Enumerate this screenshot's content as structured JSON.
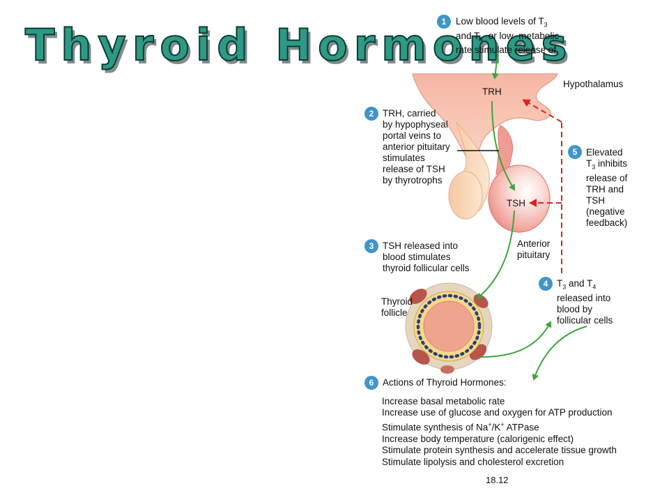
{
  "title": "Thyroid Hormones",
  "colors": {
    "title_fill": "#2e9a86",
    "badge": "#3f95c6",
    "stimulatory_arrow": "#3aa53a",
    "inhibitory_arrow": "#e02020"
  },
  "steps": {
    "s1": {
      "num": "1",
      "line1_a": "Low blood levels of T",
      "line1_sub": "3",
      "line2_a": "and T",
      "line2_sub": "4",
      "line2_b": "  or low  metabolic",
      "line3": "rate stimulate release of"
    },
    "s2": {
      "num": "2",
      "lines": [
        "TRH, carried",
        "by hypophyseal",
        "portal veins to",
        "anterior pituitary",
        "stimulates",
        "release of TSH",
        "by thyrotrophs"
      ]
    },
    "s3": {
      "num": "3",
      "lines": [
        "TSH released into",
        "blood stimulates",
        "thyroid follicular cells"
      ]
    },
    "s4": {
      "num": "4",
      "line1_a": "T",
      "line1_sub1": "3",
      "line1_b": " and T",
      "line1_sub2": "4",
      "lines": [
        "released into",
        "blood by",
        "follicular cells"
      ]
    },
    "s5": {
      "num": "5",
      "line1": "Elevated",
      "line2_a": "T",
      "line2_sub": "3",
      "line2_b": " inhibits",
      "lines": [
        "release of",
        "TRH and",
        "TSH",
        "(negative",
        "feedback)"
      ]
    },
    "s6": {
      "num": "6",
      "heading": "Actions of Thyroid Hormones:"
    }
  },
  "labels": {
    "trh": "TRH",
    "tsh": "TSH",
    "hypothalamus": "Hypothalamus",
    "anterior_pituitary": [
      "Anterior",
      "pituitary"
    ],
    "thyroid_follicle": [
      "Thyroid",
      "follicle"
    ]
  },
  "actions": {
    "a1": "Increase basal metabolic rate",
    "a2": "Increase use of glucose and oxygen for ATP production",
    "a3_a": "Stimulate synthesis of Na",
    "a3_sup1": "+",
    "a3_b": "/K",
    "a3_sup2": "+",
    "a3_c": " ATPase",
    "a4": "Increase body temperature (calorigenic effect)",
    "a5": "Stimulate protein synthesis and accelerate tissue growth",
    "a6": "Stimulate lipolysis and cholesterol excretion"
  },
  "figure_number": "18.12"
}
